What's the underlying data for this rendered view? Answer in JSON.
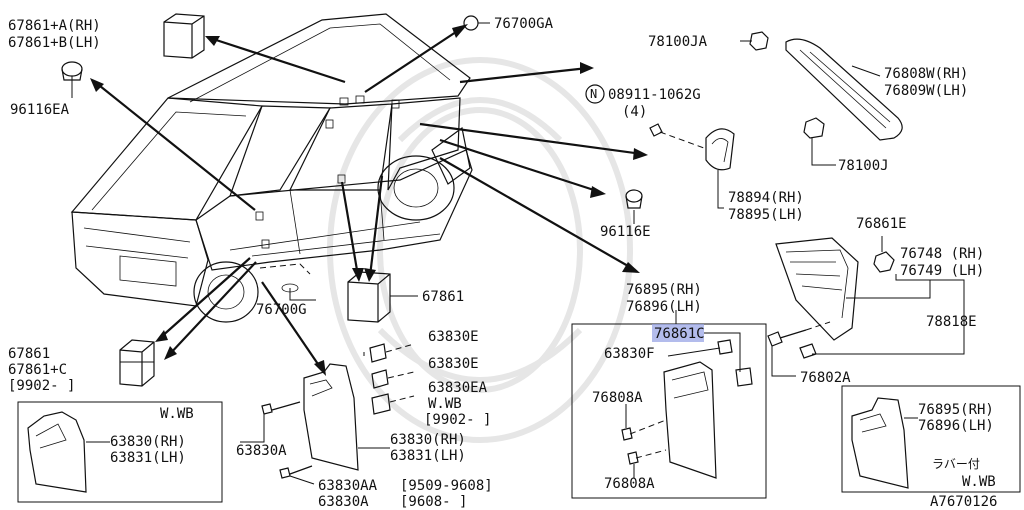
{
  "labels": {
    "l_67861_ab_1": "67861+A(RH)",
    "l_67861_ab_2": "67861+B(LH)",
    "l_76700ga": "76700GA",
    "l_96116ea": "96116EA",
    "l_78100ja": "78100JA",
    "l_76808w": "76808W(RH)",
    "l_76809w": "76809W(LH)",
    "l_08911": "08911-1062G",
    "l_08911_qty": "(4)",
    "l_08911_prefix": "N",
    "l_78100j": "78100J",
    "l_78894": "78894(RH)",
    "l_78895": "78895(LH)",
    "l_96116e": "96116E",
    "l_76861e": "76861E",
    "l_76748": "76748 (RH)",
    "l_76749": "76749 (LH)",
    "l_78818e": "78818E",
    "l_76802a": "76802A",
    "l_76700g": "76700G",
    "l_67861_mid": "67861",
    "l_67861_left_1": "67861",
    "l_67861_left_2": "67861+C",
    "l_67861_left_3": "[9902-    ]",
    "l_63830e_1": "63830E",
    "l_63830e_2": "63830E",
    "l_63830ea": "63830EA",
    "l_wwb_1": "W.WB",
    "l_9902": "[9902-    ]",
    "l_63830a": "63830A",
    "l_63830_rh": "63830(RH)",
    "l_63831_lh": "63831(LH)",
    "l_63830aa": "63830AA",
    "l_63830aa_range": "[9509-9608]",
    "l_63830a_2": "63830A",
    "l_63830a_2_range": "[9608-    ]",
    "l_76895_c": "76895(RH)",
    "l_76896_c": "76896(LH)",
    "l_76861c": "76861C",
    "l_63830f": "63830F",
    "l_76808a_1": "76808A",
    "l_76808a_2": "76808A",
    "l_box1_title": "W.WB",
    "l_box1_rh": "63830(RH)",
    "l_box1_lh": "63831(LH)",
    "l_box2_rh": "76895(RH)",
    "l_box2_lh": "76896(LH)",
    "l_box2_rubber": "ラバー付",
    "l_box2_wwb": "W.WB",
    "l_figno": "A7670126"
  }
}
